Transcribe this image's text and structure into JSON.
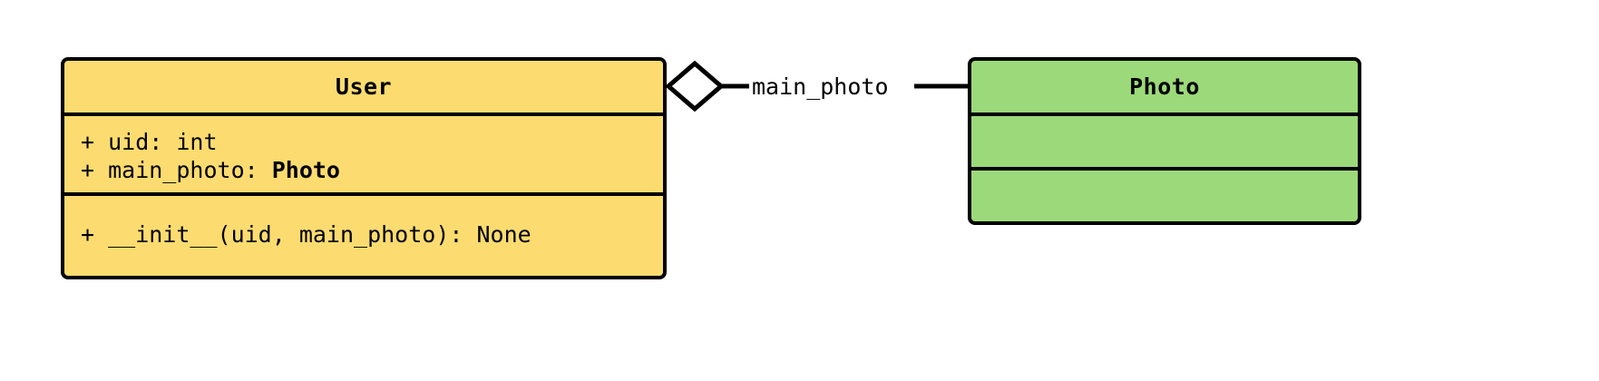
{
  "diagram": {
    "type": "uml-class-diagram",
    "background": "#ffffff",
    "classes": [
      {
        "id": "user",
        "name": "User",
        "fill": "#fcdc70",
        "stroke": "#000000",
        "attributes": [
          "+ uid: int",
          "+ main_photo: Photo"
        ],
        "attribute_parts": [
          {
            "plain": "+ uid: int",
            "bold": ""
          },
          {
            "plain": "+ main_photo: ",
            "bold": "Photo"
          }
        ],
        "methods": [
          "+ __init__(uid, main_photo): None"
        ]
      },
      {
        "id": "photo",
        "name": "Photo",
        "fill": "#9cd97a",
        "stroke": "#000000",
        "attributes": [],
        "methods": []
      }
    ],
    "relationships": [
      {
        "id": "user-photo-aggregation",
        "kind": "aggregation",
        "source": "User",
        "target": "Photo",
        "label": "main_photo",
        "diamond_fill": "#ffffff",
        "diamond_stroke": "#000000"
      }
    ]
  }
}
